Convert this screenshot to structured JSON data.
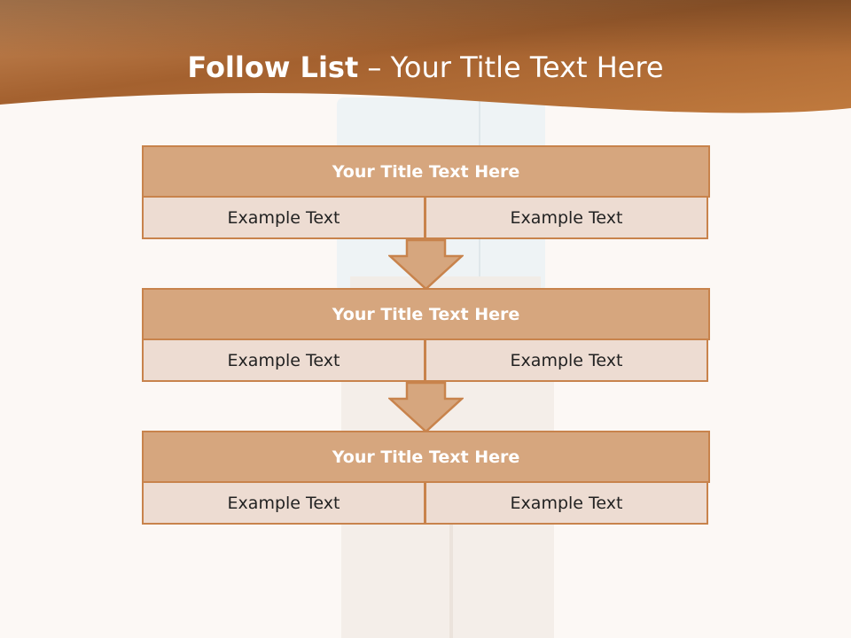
{
  "header": {
    "title_bold": "Follow List",
    "title_rest": " – Your Title Text Here"
  },
  "blocks": [
    {
      "title": "Your Title Text Here",
      "left": "Example Text",
      "right": "Example Text"
    },
    {
      "title": "Your Title Text Here",
      "left": "Example Text",
      "right": "Example Text"
    },
    {
      "title": "Your Title Text Here",
      "left": "Example Text",
      "right": "Example Text"
    }
  ],
  "colors": {
    "header_brown": "#9c5a2c",
    "block_title_fill": "#d6a67e",
    "block_cell_fill": "#eddcd2",
    "border": "#c8834c"
  }
}
